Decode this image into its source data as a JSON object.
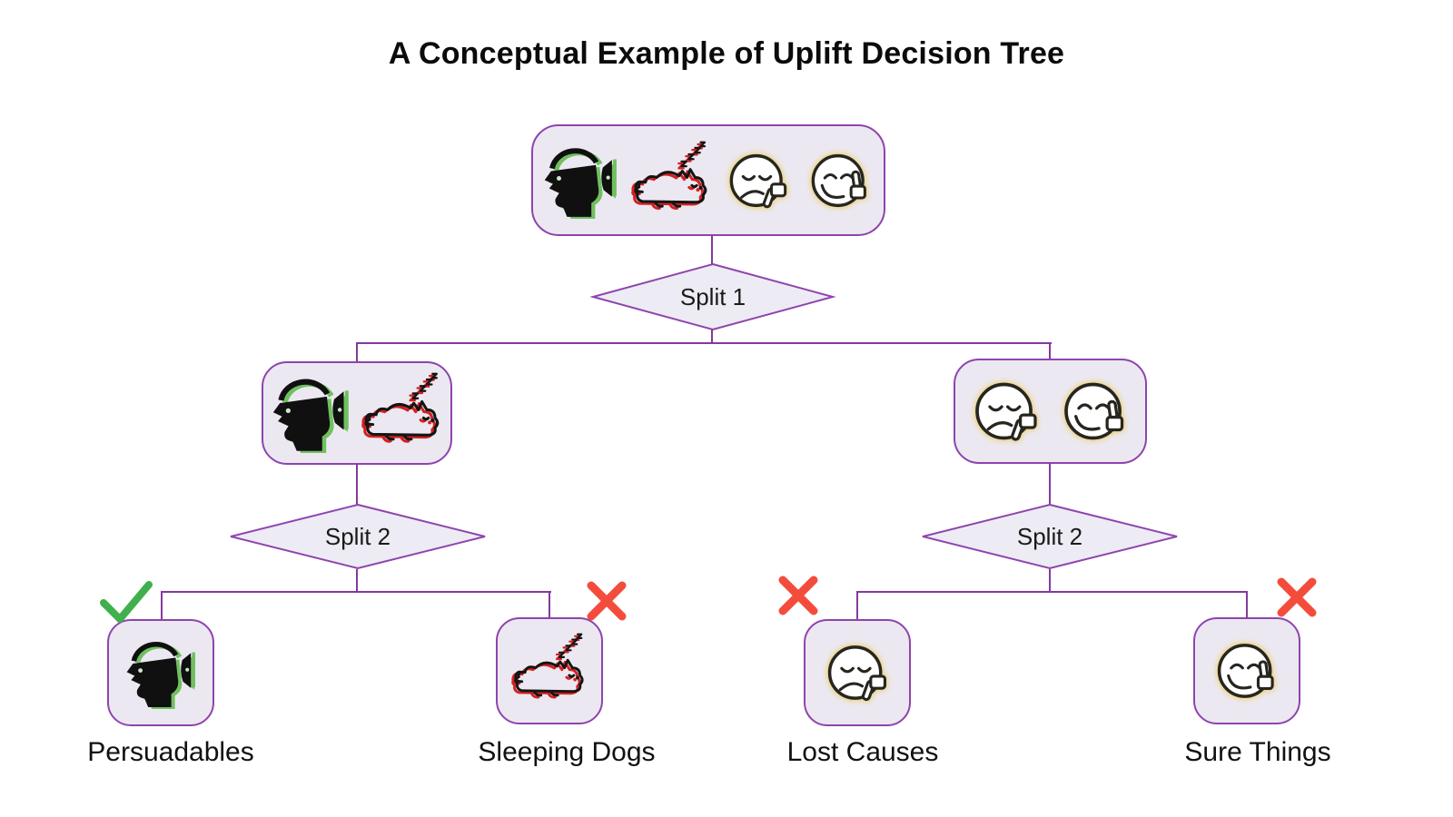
{
  "title": "A Conceptual Example of Uplift Decision Tree",
  "tree": {
    "root": {
      "icons": [
        "open-mind",
        "sleeping-dog",
        "thumbs-down-face",
        "thumbs-up-face"
      ]
    },
    "splits": {
      "split1": "Split 1",
      "split2_left": "Split 2",
      "split2_right": "Split 2"
    },
    "branches": {
      "left": {
        "icons": [
          "open-mind",
          "sleeping-dog"
        ]
      },
      "right": {
        "icons": [
          "thumbs-down-face",
          "thumbs-up-face"
        ]
      }
    },
    "leaves": [
      {
        "label": "Persuadables",
        "icon": "open-mind",
        "mark": "green-check",
        "mark_position": "top-left"
      },
      {
        "label": "Sleeping Dogs",
        "icon": "sleeping-dog",
        "mark": "red-cross",
        "mark_position": "top-right"
      },
      {
        "label": "Lost Causes",
        "icon": "thumbs-down-face",
        "mark": "red-cross",
        "mark_position": "top-left"
      },
      {
        "label": "Sure Things",
        "icon": "thumbs-up-face",
        "mark": "red-cross",
        "mark_position": "top-right"
      }
    ]
  },
  "colors": {
    "node_fill": "#ece8f1",
    "node_border": "#8e44ad",
    "connector": "#833a9b",
    "diamond_fill": "#edebf4",
    "check_green": "#3fb04d",
    "cross_red": "#f44c3c",
    "icon_green_accent": "#70c05e",
    "icon_red_accent": "#d42020",
    "title_text": "#0b0b0b"
  }
}
